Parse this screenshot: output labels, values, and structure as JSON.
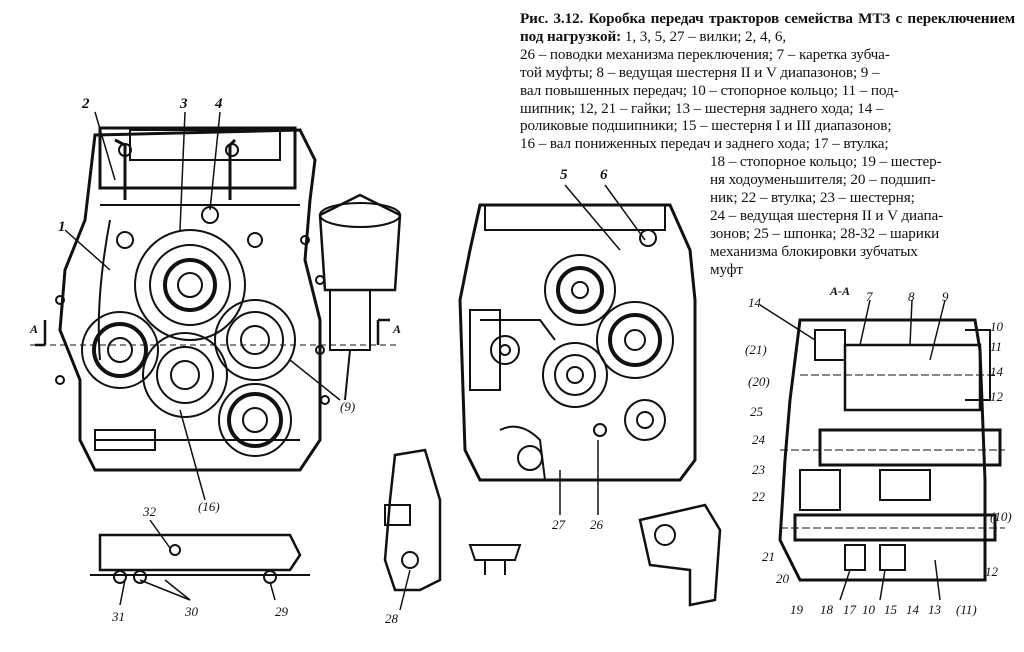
{
  "caption": {
    "title": "Рис. 3.12. Коробка передач тракторов семейства МТЗ с переключением под нагрузкой:",
    "body_lines": [
      " 1, 3, 5, 27 – вилки; 2, 4, 6,",
      "26 – поводки механизма переключения; 7 – каретка зубча-",
      "той муфты; 8 – ведущая шестерня II и V диапазонов; 9 –",
      "вал повышенных передач; 10 – стопорное кольцо; 11 – под-",
      "шипник; 12, 21 – гайки; 13 – шестерня заднего хода; 14 –",
      "роликовые подшипники; 15 – шестерня I и III диапазонов;",
      "16 – вал пониженных передач и заднего хода; 17 – втулка;"
    ],
    "indented_lines": [
      "18 – стопорное кольцо; 19 – шестер-",
      "ня ходоуменьшителя; 20 – подшип-",
      "ник; 22 – втулка; 23 – шестерня;",
      "24 – ведущая шестерня II и V диапа-",
      "зонов; 25 – шпонка; 28-32 – шарики",
      "механизма блокировки зубчатых",
      "муфт"
    ]
  },
  "labels": {
    "l1": "1",
    "l2": "2",
    "l3": "3",
    "l4": "4",
    "l5": "5",
    "l6": "6",
    "l7": "7",
    "l8": "8",
    "l9": "9",
    "l10": "10",
    "l11": "11",
    "l12": "12",
    "l13": "13",
    "l14": "14",
    "l15": "15",
    "l16": "(16)",
    "l17": "17",
    "l18": "18",
    "l19": "19",
    "l20": "20",
    "l20b": "(20)",
    "l21": "21",
    "l21b": "(21)",
    "l22": "22",
    "l23": "23",
    "l24": "24",
    "l25": "25",
    "l26": "26",
    "l27": "27",
    "l28": "28",
    "l29": "29",
    "l30": "30",
    "l31": "31",
    "l32": "32",
    "l9b": "(9)",
    "l10b": "(10)",
    "l11b": "(11)",
    "l12b": "12",
    "l14b": "14",
    "l10c": "10",
    "secA1": "A",
    "secA2": "A",
    "secAA": "A-A"
  }
}
